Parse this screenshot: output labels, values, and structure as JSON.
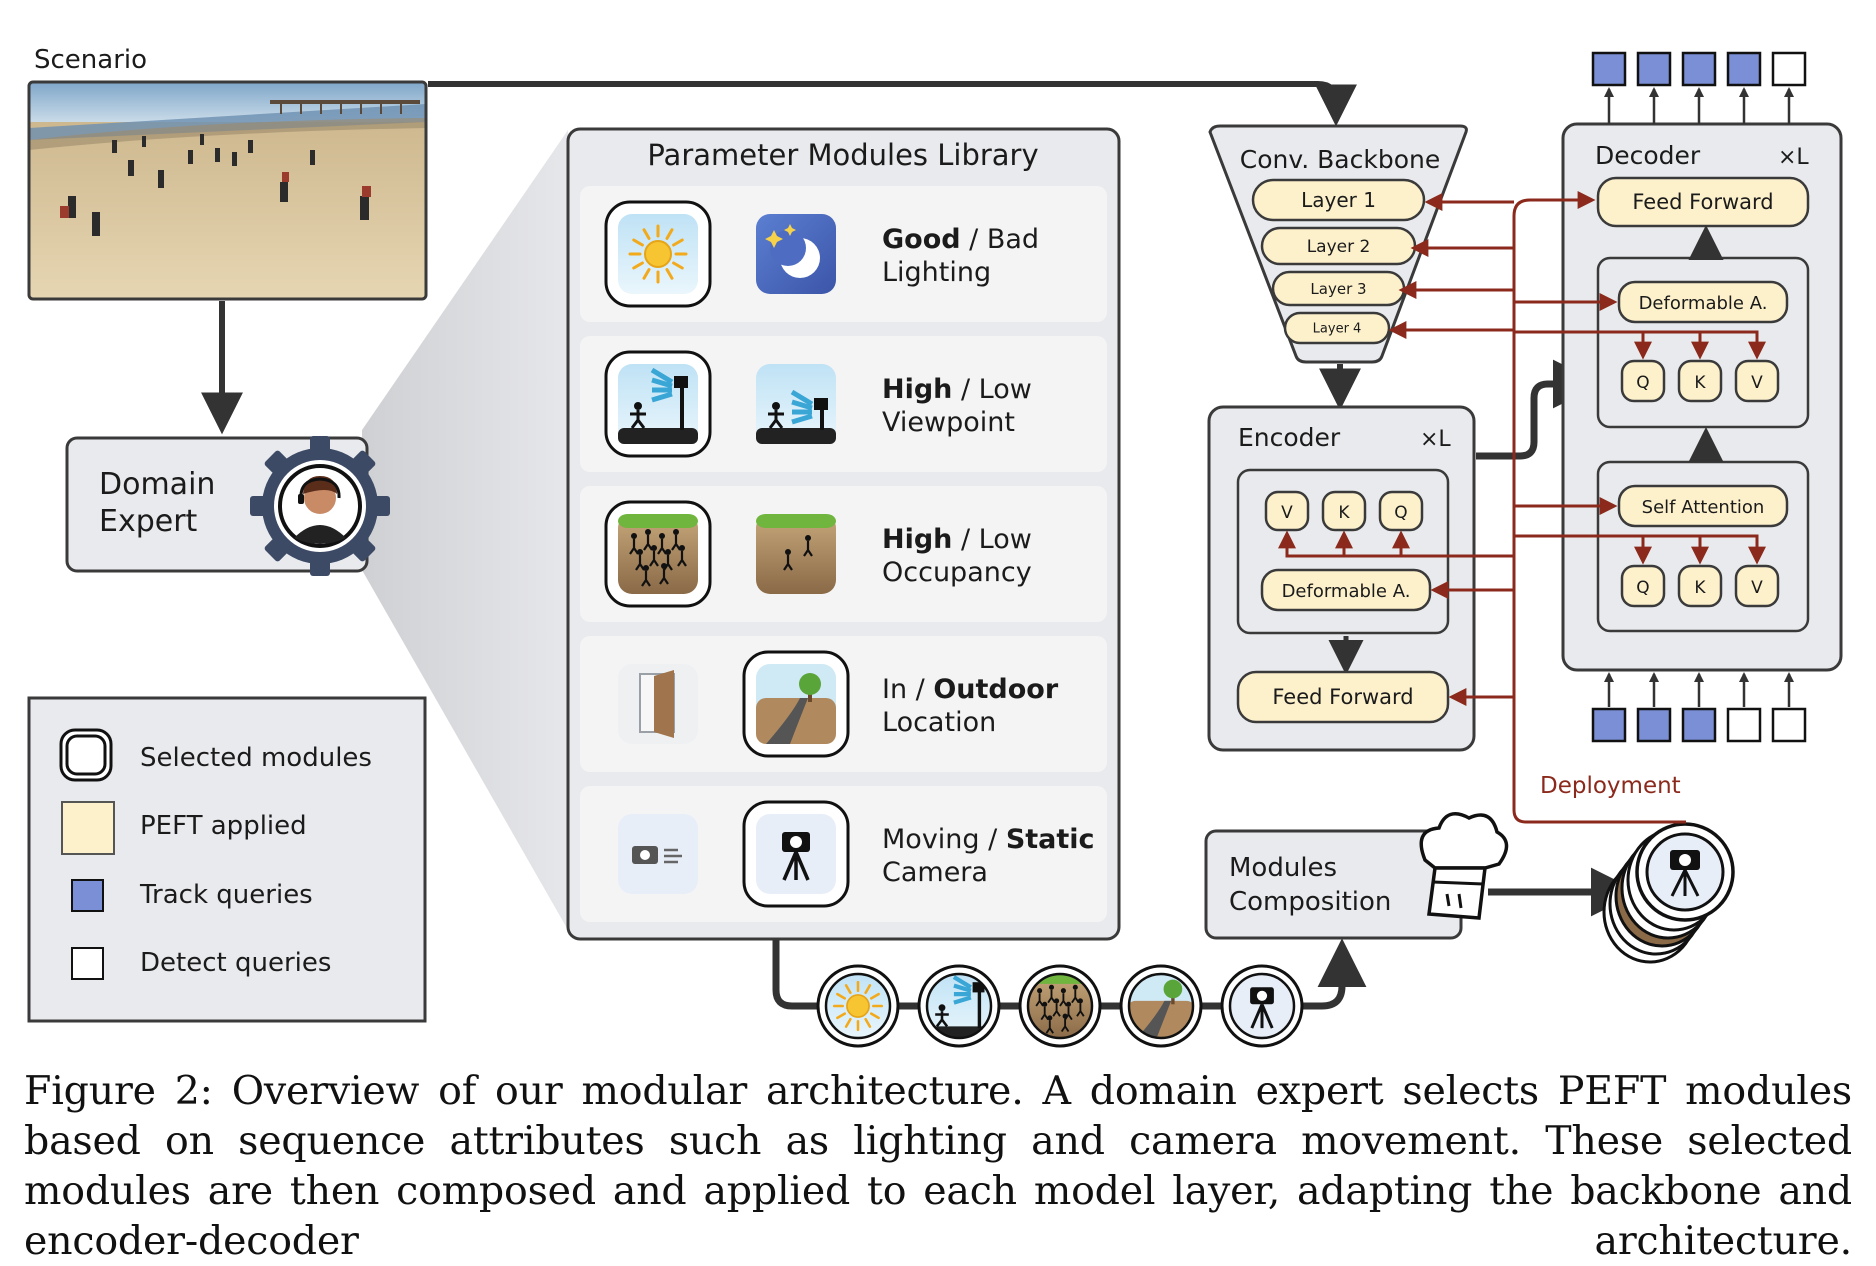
{
  "scenario": {
    "label": "Scenario"
  },
  "domain_expert": {
    "line1": "Domain",
    "line2": "Expert"
  },
  "legend": {
    "selected": "Selected modules",
    "peft": "PEFT applied",
    "track": "Track queries",
    "detect": "Detect queries"
  },
  "library": {
    "title": "Parameter Modules Library",
    "rows": [
      {
        "opt_a": "Good",
        "sep": " / ",
        "opt_b": "Bad",
        "selected": "a",
        "line2": "Lighting",
        "icon_a": "sun-icon",
        "icon_b": "moon-stars-icon"
      },
      {
        "opt_a": "High",
        "sep": " / ",
        "opt_b": "Low",
        "selected": "a",
        "line2": "Viewpoint",
        "icon_a": "high-viewpoint-camera-icon",
        "icon_b": "low-viewpoint-camera-icon"
      },
      {
        "opt_a": "High",
        "sep": " / ",
        "opt_b": "Low",
        "selected": "a",
        "line2": "Occupancy",
        "icon_a": "crowd-icon",
        "icon_b": "few-pedestrians-icon"
      },
      {
        "opt_a": "In",
        "sep": " / ",
        "opt_b": "Outdoor",
        "selected": "b",
        "line2": "Location",
        "icon_a": "door-icon",
        "icon_b": "outdoor-road-tree-icon"
      },
      {
        "opt_a": "Moving",
        "sep": " / ",
        "opt_b": "Static",
        "selected": "b",
        "line2": "Camera",
        "icon_a": "moving-camera-icon",
        "icon_b": "static-tripod-camera-icon"
      }
    ]
  },
  "backbone": {
    "title": "Conv. Backbone",
    "layers": [
      "Layer 1",
      "Layer 2",
      "Layer 3",
      "Layer 4"
    ]
  },
  "encoder": {
    "title": "Encoder",
    "repeat": "×L",
    "v": "V",
    "k": "K",
    "q": "Q",
    "deform": "Deformable A.",
    "ffn": "Feed Forward"
  },
  "decoder": {
    "title": "Decoder",
    "repeat": "×L",
    "ffn": "Feed Forward",
    "deform": "Deformable A.",
    "self_attn": "Self Attention",
    "q": "Q",
    "k": "K",
    "v": "V"
  },
  "queries": {
    "top": [
      "track",
      "track",
      "track",
      "track",
      "detect"
    ],
    "bottom": [
      "track",
      "track",
      "track",
      "detect",
      "detect"
    ]
  },
  "composition": {
    "line1": "Modules",
    "line2": "Composition"
  },
  "deployment": {
    "label": "Deployment"
  },
  "colors": {
    "panel_fill": "#e9eaed",
    "box_stroke": "#3a3a3a",
    "peft_fill": "#fdf1cc",
    "track_query": "#7b8fd6",
    "deployment_arrow": "#8b2a1c",
    "main_arrow": "#333333"
  },
  "caption": "Figure 2: Overview of our modular architecture. A domain expert selects PEFT modules based on sequence attributes such as lighting and camera movement. These selected modules are then composed and applied to each model layer, adapting the backbone and encoder-decoder architecture."
}
